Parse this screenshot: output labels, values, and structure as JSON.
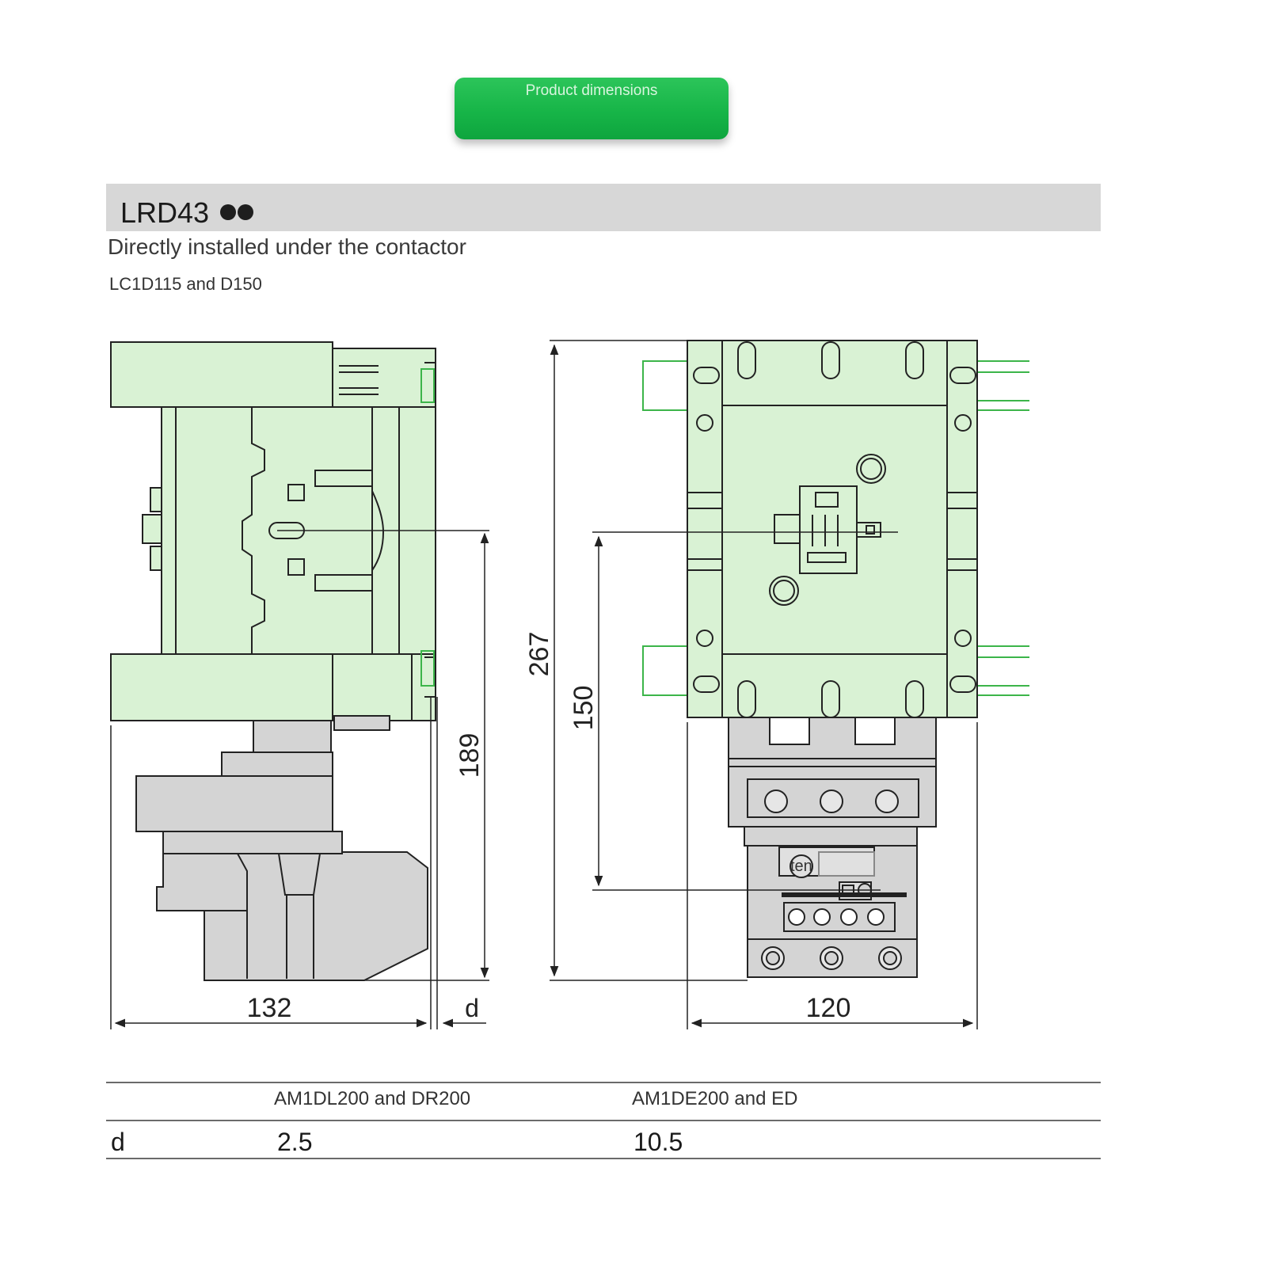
{
  "banner": {
    "label": "Product dimensions"
  },
  "header": {
    "model": "LRD43",
    "model_suffix": "●●"
  },
  "subtitle": "Directly installed under the contactor",
  "subtitle2": "LC1D115 and D150",
  "dimensions": {
    "width_side": "132",
    "d_label": "d",
    "width_front": "120",
    "height_total": "267",
    "height_mount": "150",
    "height_side": "189",
    "inner_label": "ten"
  },
  "table": {
    "columns": [
      "AM1DL200 and DR200",
      "AM1DE200 and ED"
    ],
    "row_label": "d",
    "values": [
      "2.5",
      "10.5"
    ]
  },
  "colors": {
    "contactor_fill": "#d9f2d4",
    "relay_fill": "#d4d4d4",
    "rail": "#3cb54a",
    "banner": "#17b548"
  }
}
